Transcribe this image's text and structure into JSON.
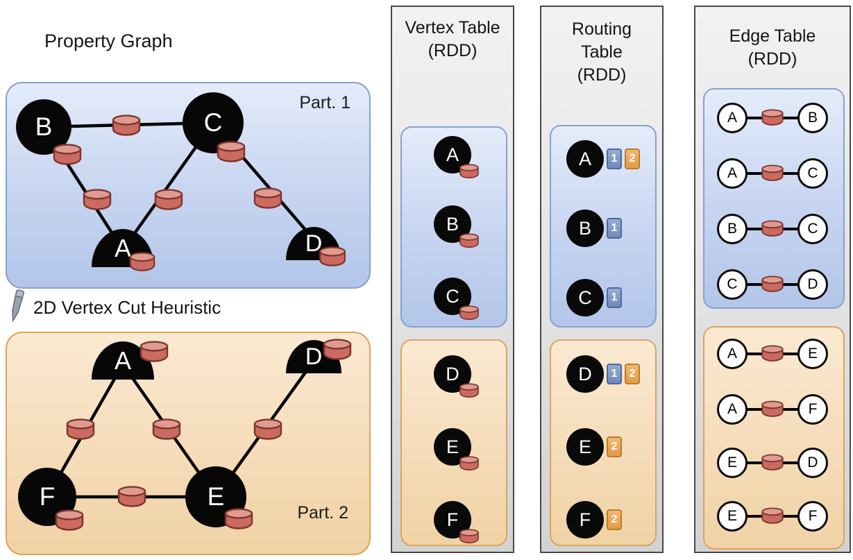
{
  "property_graph": {
    "title": "Property Graph",
    "cut_label": "2D Vertex Cut Heuristic",
    "partition1": {
      "label": "Part. 1",
      "vertices": [
        "B",
        "C",
        "A",
        "D"
      ]
    },
    "partition2": {
      "label": "Part. 2",
      "vertices": [
        "A",
        "D",
        "F",
        "E"
      ]
    }
  },
  "vertex_table": {
    "title": [
      "Vertex Table",
      "(RDD)"
    ],
    "partition1": [
      "A",
      "B",
      "C"
    ],
    "partition2": [
      "D",
      "E",
      "F"
    ]
  },
  "routing_table": {
    "title": [
      "Routing",
      "Table",
      "(RDD)"
    ],
    "partition1": [
      {
        "vertex": "A",
        "parts": [
          "1",
          "2"
        ]
      },
      {
        "vertex": "B",
        "parts": [
          "1"
        ]
      },
      {
        "vertex": "C",
        "parts": [
          "1"
        ]
      }
    ],
    "partition2": [
      {
        "vertex": "D",
        "parts": [
          "1",
          "2"
        ]
      },
      {
        "vertex": "E",
        "parts": [
          "2"
        ]
      },
      {
        "vertex": "F",
        "parts": [
          "2"
        ]
      }
    ]
  },
  "edge_table": {
    "title": [
      "Edge Table",
      "(RDD)"
    ],
    "partition1": [
      [
        "A",
        "B"
      ],
      [
        "A",
        "C"
      ],
      [
        "B",
        "C"
      ],
      [
        "C",
        "D"
      ]
    ],
    "partition2": [
      [
        "A",
        "E"
      ],
      [
        "A",
        "F"
      ],
      [
        "E",
        "D"
      ],
      [
        "E",
        "F"
      ]
    ]
  },
  "colors": {
    "partition_blue_border": "#86a0cf",
    "partition_orange_border": "#dca35e",
    "cylinder_body": "#ca6a60",
    "chip_blue": "#7b96c8",
    "chip_orange": "#eba55f",
    "vertex_fill": "#0a0a0a"
  }
}
